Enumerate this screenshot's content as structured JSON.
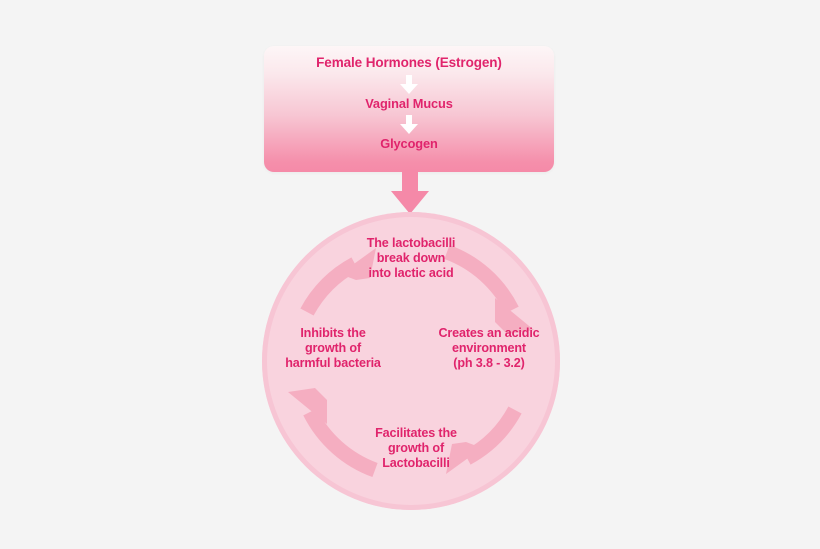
{
  "page": {
    "background_color": "#f4f4f4",
    "title": "Vaginal Lactobacilli Cycle Diagram"
  },
  "colors": {
    "text_pink": "#e0246c",
    "panel_gradient_top": "#fdf6f7",
    "panel_gradient_bottom": "#f58aa8",
    "connector_arrow": "#f589a8",
    "circle_fill": "#f9d3de",
    "circle_ring": "#f7c5d4",
    "cycle_arrow": "#f5aec1",
    "inner_arrow_white": "#ffffff"
  },
  "panel": {
    "steps": [
      {
        "label": "Female Hormones (Estrogen)"
      },
      {
        "label": "Vaginal Mucus"
      },
      {
        "label": "Glycogen"
      }
    ],
    "arrow_icon": "arrow-down-icon"
  },
  "connector": {
    "icon": "arrow-down-icon"
  },
  "cycle": {
    "nodes": [
      {
        "position": "top",
        "lines": [
          "The lactobacilli",
          "break down",
          "into lactic acid"
        ]
      },
      {
        "position": "right",
        "lines": [
          "Creates an acidic",
          "environment",
          "(ph 3.8 - 3.2)"
        ]
      },
      {
        "position": "bottom",
        "lines": [
          "Facilitates the",
          "growth of",
          "Lactobacilli"
        ]
      },
      {
        "position": "left",
        "lines": [
          "Inhibits the",
          "growth of",
          "harmful bacteria"
        ]
      }
    ],
    "arrows": [
      {
        "name": "cycle-arrow-top-right",
        "icon": "curved-arrow-icon"
      },
      {
        "name": "cycle-arrow-bottom-right",
        "icon": "curved-arrow-icon"
      },
      {
        "name": "cycle-arrow-bottom-left",
        "icon": "curved-arrow-icon"
      },
      {
        "name": "cycle-arrow-top-left",
        "icon": "curved-arrow-icon"
      }
    ]
  }
}
